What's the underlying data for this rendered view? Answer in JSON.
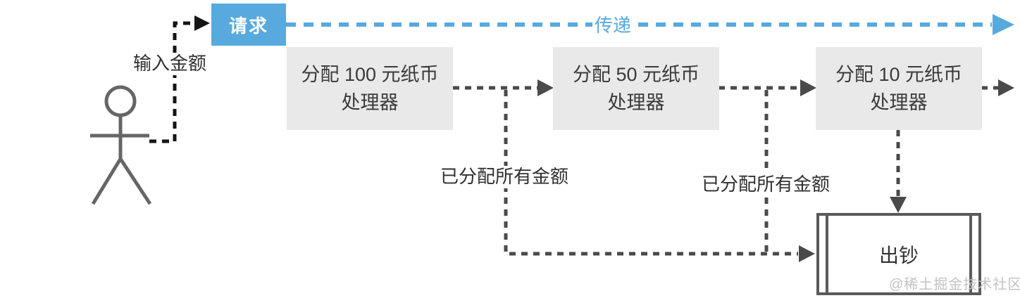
{
  "diagram": {
    "title_hint": "ATM cash allocation chain-of-responsibility flow",
    "actor_label": "输入金额",
    "request": {
      "label": "请求"
    },
    "pass_label": "传递",
    "handlers": [
      {
        "line1": "分配 100 元纸币",
        "line2": "处理器"
      },
      {
        "line1": "分配 50 元纸币",
        "line2": "处理器"
      },
      {
        "line1": "分配 10 元纸币",
        "line2": "处理器"
      }
    ],
    "allocated_all_label": "已分配所有金额",
    "dispense": {
      "label": "出钞"
    },
    "watermark": "@稀土掘金技术社区",
    "colors": {
      "accent_blue": "#58A9DD",
      "box_gray": "#E9E9E9",
      "line_dark": "#4A4A4A",
      "actor_line_black": "#141414",
      "figure_gray": "#666666",
      "text_dark": "#3A3A3A",
      "watermark_gray": "#C3C3C3"
    }
  }
}
